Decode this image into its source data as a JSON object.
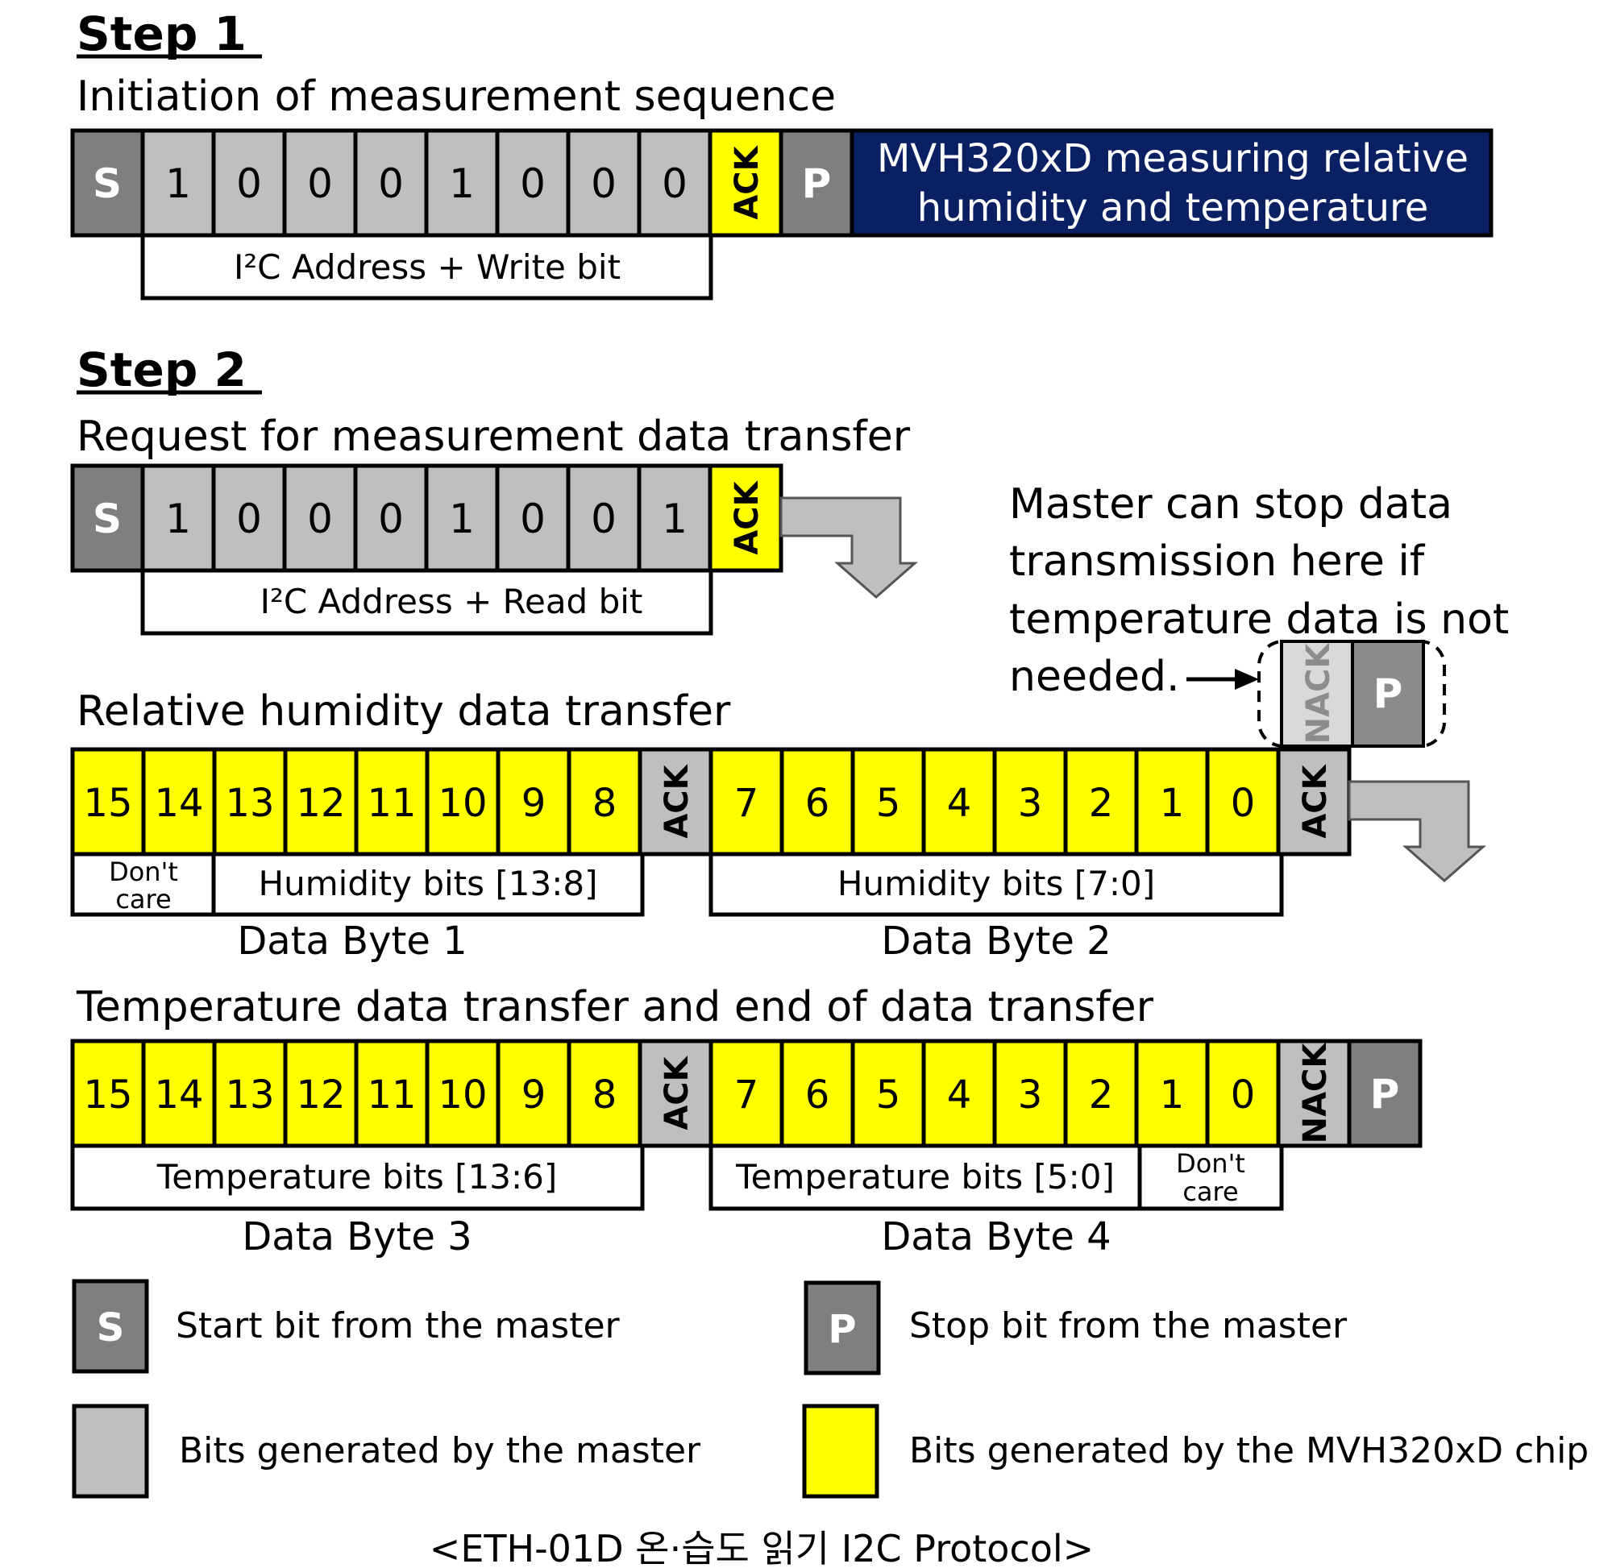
{
  "colors": {
    "start_stop": "#7f7f7f",
    "master": "#bfbfbf",
    "chip": "#ffff00",
    "measuring_box": "#0b1f63",
    "stroke": "#000000"
  },
  "step1": {
    "heading": "Step 1",
    "subtitle": "Initiation of measurement sequence",
    "start": "S",
    "bits": [
      "1",
      "0",
      "0",
      "0",
      "1",
      "0",
      "0",
      "0"
    ],
    "ack": "ACK",
    "stop": "P",
    "status_line1": "MVH320xD measuring relative",
    "status_line2": "humidity and temperature",
    "address_label": "I²C Address + Write bit"
  },
  "step2": {
    "heading": "Step 2",
    "subtitle": "Request for measurement data transfer",
    "start": "S",
    "bits": [
      "1",
      "0",
      "0",
      "0",
      "1",
      "0",
      "0",
      "1"
    ],
    "ack": "ACK",
    "address_label": "I²C Address + Read bit"
  },
  "note": {
    "lines": [
      "Master can stop data",
      "transmission here if",
      "temperature data is not",
      "needed."
    ],
    "nack": "NACK",
    "stop": "P"
  },
  "humidity": {
    "title": "Relative humidity data transfer",
    "byte1_bits": [
      "15",
      "14",
      "13",
      "12",
      "11",
      "10",
      "9",
      "8"
    ],
    "ack1": "ACK",
    "byte2_bits": [
      "7",
      "6",
      "5",
      "4",
      "3",
      "2",
      "1",
      "0"
    ],
    "ack2": "ACK",
    "dont_care_line1": "Don't",
    "dont_care_line2": "care",
    "bits_13_8": "Humidity bits [13:8]",
    "bits_7_0": "Humidity bits [7:0]",
    "byte1_label": "Data Byte 1",
    "byte2_label": "Data Byte 2"
  },
  "temperature": {
    "title": "Temperature data transfer and end of data transfer",
    "byte3_bits": [
      "15",
      "14",
      "13",
      "12",
      "11",
      "10",
      "9",
      "8"
    ],
    "ack": "ACK",
    "byte4_bits": [
      "7",
      "6",
      "5",
      "4",
      "3",
      "2",
      "1",
      "0"
    ],
    "nack": "NACK",
    "stop": "P",
    "bits_13_6": "Temperature bits [13:6]",
    "bits_5_0": "Temperature bits [5:0]",
    "dont_care_line1": "Don't",
    "dont_care_line2": "care",
    "byte3_label": "Data Byte 3",
    "byte4_label": "Data Byte 4"
  },
  "legend": {
    "start_symbol": "S",
    "start_text": "Start bit from the master",
    "stop_symbol": "P",
    "stop_text": "Stop bit from the master",
    "master_text": "Bits generated by the master",
    "chip_text": "Bits generated by the MVH320xD chip"
  },
  "caption": "<ETH-01D 온·습도 읽기 I2C Protocol>"
}
